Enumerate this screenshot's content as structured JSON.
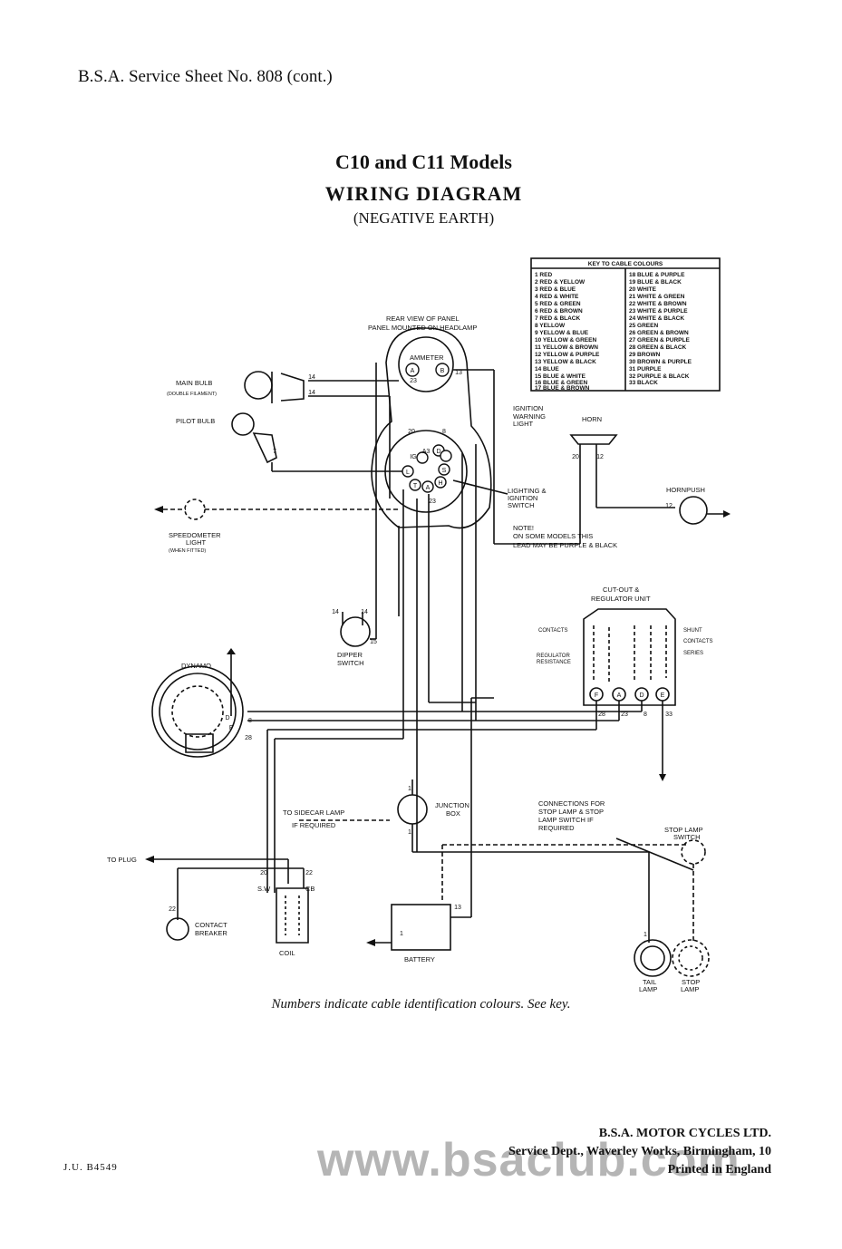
{
  "header": {
    "reference": "B.S.A. Service Sheet No. 808 (cont.)"
  },
  "title": {
    "models": "C10 and C11 Models",
    "main": "WIRING DIAGRAM",
    "sub": "(NEGATIVE EARTH)"
  },
  "key": {
    "heading": "KEY TO CABLE COLOURS",
    "left": [
      "1 RED",
      "2 RED & YELLOW",
      "3 RED & BLUE",
      "4 RED & WHITE",
      "5 RED & GREEN",
      "6 RED & BROWN",
      "7 RED & BLACK",
      "8 YELLOW",
      "9 YELLOW & BLUE",
      "10 YELLOW & GREEN",
      "11 YELLOW & BROWN",
      "12 YELLOW & PURPLE",
      "13 YELLOW & BLACK",
      "14 BLUE",
      "15 BLUE & WHITE",
      "16 BLUE & GREEN",
      "17 BLUE & BROWN"
    ],
    "right": [
      "18 BLUE & PURPLE",
      "19 BLUE & BLACK",
      "20 WHITE",
      "21 WHITE & GREEN",
      "22 WHITE & BROWN",
      "23 WHITE & PURPLE",
      "24 WHITE & BLACK",
      "25 GREEN",
      "26 GREEN & BROWN",
      "27 GREEN & PURPLE",
      "28 GREEN & BLACK",
      "29 BROWN",
      "30 BROWN & PURPLE",
      "31 PURPLE",
      "32 PURPLE & BLACK",
      "33 BLACK"
    ]
  },
  "labels": {
    "panel_line1": "REAR VIEW OF PANEL",
    "panel_line2": "PANEL MOUNTED ON HEADLAMP",
    "ammeter": "AMMETER",
    "main_bulb": "MAIN BULB",
    "main_bulb_sub": "(DOUBLE FILAMENT)",
    "pilot_bulb": "PILOT BULB",
    "ignition_warning": [
      "IGNITION",
      "WARNING",
      "LIGHT"
    ],
    "horn": "HORN",
    "hornpush": "HORNPUSH",
    "lighting_switch": [
      "LIGHTING &",
      "IGNITION",
      "SWITCH"
    ],
    "speedometer": [
      "SPEEDOMETER",
      "LIGHT",
      "(WHEN FITTED)"
    ],
    "note": [
      "NOTE!",
      "ON SOME MODELS THIS",
      "LEAD MAY BE PURPLE & BLACK"
    ],
    "cutout": [
      "CUT-OUT &",
      "REGULATOR UNIT"
    ],
    "contacts": "CONTACTS",
    "regulator_resistance": [
      "REGULATOR",
      "RESISTANCE"
    ],
    "shunt": "SHUNT",
    "contacts_r": "CONTACTS",
    "series": "SERIES",
    "dipper": [
      "DIPPER",
      "SWITCH"
    ],
    "dynamo": "DYNAMO",
    "sidecar": [
      "TO SIDECAR LAMP",
      "IF REQUIRED"
    ],
    "junction": [
      "JUNCTION",
      "BOX"
    ],
    "stop_connections": [
      "CONNECTIONS FOR",
      "STOP LAMP & STOP",
      "LAMP SWITCH IF",
      "REQUIRED"
    ],
    "stop_switch": [
      "STOP LAMP",
      "SWITCH"
    ],
    "to_plug": "TO PLUG",
    "contact_breaker": [
      "CONTACT",
      "BREAKER"
    ],
    "coil": "COIL",
    "battery": "BATTERY",
    "tail_lamp": [
      "TAIL",
      "LAMP"
    ],
    "stop_lamp": [
      "STOP",
      "LAMP"
    ],
    "sw": "S.W",
    "cb": "CB"
  },
  "terminals": {
    "ammeter_a": "A",
    "ammeter_b": "B",
    "sw_a3": "A3",
    "sw_d": "D",
    "sw_ig": "IG",
    "sw_l": "L",
    "sw_s": "S",
    "sw_t": "T",
    "sw_a": "A",
    "sw_h": "H",
    "reg_f": "F",
    "reg_a": "A",
    "reg_d": "D",
    "reg_e": "E",
    "dyn_d": "D",
    "dyn_f": "F"
  },
  "wires": {
    "w14a": "14",
    "w14b": "14",
    "w13": "13",
    "w23": "23",
    "w7": "7",
    "w20a": "20",
    "w8": "8",
    "w20b": "20",
    "w12a": "12",
    "w12b": "12",
    "w14c": "14",
    "w14d": "14",
    "w15": "15",
    "w23b": "23",
    "r28": "28",
    "r23": "23",
    "r8": "8",
    "r33": "33",
    "d8": "8",
    "d28": "28",
    "j1a": "1",
    "j1b": "1",
    "w20c": "20",
    "w22a": "22",
    "w22b": "22",
    "b13": "13",
    "t1": "1",
    "w1": "1"
  },
  "caption": "Numbers indicate cable identification colours.   See key.",
  "footer": {
    "company": "B.S.A. MOTOR CYCLES LTD.",
    "address": "Service Dept., Waverley Works, Birmingham, 10",
    "printed": "Printed in England",
    "ref": "J.U. B4549"
  },
  "watermark": "www.bsaclub.com"
}
